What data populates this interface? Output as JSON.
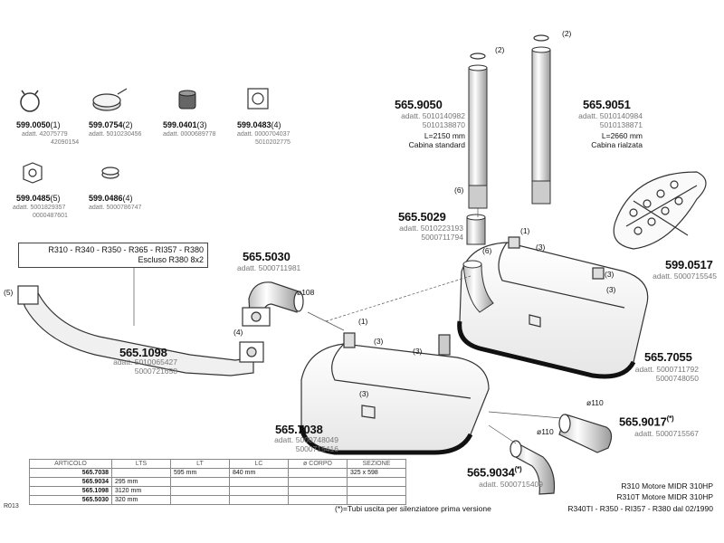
{
  "small_parts": [
    {
      "code": "599.0050",
      "qty": "(1)",
      "refs": [
        "adatt. 42075779",
        "42090154"
      ]
    },
    {
      "code": "599.0754",
      "qty": "(2)",
      "refs": [
        "adatt. 5010230456"
      ]
    },
    {
      "code": "599.0401",
      "qty": "(3)",
      "refs": [
        "adatt. 0000689778"
      ]
    },
    {
      "code": "599.0483",
      "qty": "(4)",
      "refs": [
        "adatt. 0000704037",
        "5010202775"
      ]
    },
    {
      "code": "599.0485",
      "qty": "(5)",
      "refs": [
        "adatt. 5001829357",
        "0000487601"
      ]
    },
    {
      "code": "599.0486",
      "qty": "(4)",
      "refs": [
        "adatt. 5000786747"
      ]
    }
  ],
  "parts": {
    "p9050": {
      "code": "565.9050",
      "refs": [
        "adatt. 5010140982",
        "5010138870"
      ],
      "notes": [
        "L=2150 mm",
        "Cabina standard"
      ]
    },
    "p9051": {
      "code": "565.9051",
      "refs": [
        "adatt. 5010140984",
        "5010138871"
      ],
      "notes": [
        "L=2660 mm",
        "Cabina rialzata"
      ]
    },
    "p5029": {
      "code": "565.5029",
      "refs": [
        "adatt. 5010223193",
        "5000711794"
      ]
    },
    "p0517": {
      "code": "599.0517",
      "refs": [
        "adatt. 5000715545"
      ]
    },
    "p5030": {
      "code": "565.5030",
      "refs": [
        "adatt. 5000711981"
      ],
      "diameter": "ø108"
    },
    "p1098": {
      "code": "565.1098",
      "refs": [
        "adatt. 5010065427",
        "5000721658"
      ]
    },
    "p7055": {
      "code": "565.7055",
      "refs": [
        "adatt. 5000711792",
        "5000748050"
      ]
    },
    "p7038": {
      "code": "565.7038",
      "refs": [
        "adatt. 5000748049",
        "5000715416"
      ]
    },
    "p9017": {
      "code": "565.9017",
      "suffix": "(*)",
      "refs": [
        "adatt. 5000715567"
      ],
      "diameter": "ø110"
    },
    "p9034": {
      "code": "565.9034",
      "suffix": "(*)",
      "refs": [
        "adatt. 5000715409"
      ],
      "diameter": "ø110"
    }
  },
  "models_box": {
    "line1": "R310 - R340 - R350 - R365 - RI357 - R380",
    "line2": "Escluso R380 8x2"
  },
  "callouts": {
    "c1": "(1)",
    "c2": "(2)",
    "c3": "(3)",
    "c4": "(4)",
    "c5": "(5)",
    "c6": "(6)"
  },
  "table": {
    "headers": [
      "ARTICOLO",
      "LTS",
      "LT",
      "LC",
      "ø CORPO",
      "SEZIONE"
    ],
    "rows": [
      [
        "565.7038",
        "",
        "595 mm",
        "840 mm",
        "",
        "325 x 598"
      ],
      [
        "565.9034",
        "295 mm",
        "",
        "",
        "",
        ""
      ],
      [
        "565.1098",
        "3120 mm",
        "",
        "",
        "",
        ""
      ],
      [
        "565.5030",
        "320 mm",
        "",
        "",
        "",
        ""
      ]
    ]
  },
  "page_code": "R013",
  "footnote": "(*)=Tubi uscita per silenziatore prima versione",
  "footer": [
    "R310 Motore MIDR 310HP",
    "R310T Motore MIDR 310HP",
    "R340TI - R350 - RI357 - R380 dal 02/1990"
  ]
}
